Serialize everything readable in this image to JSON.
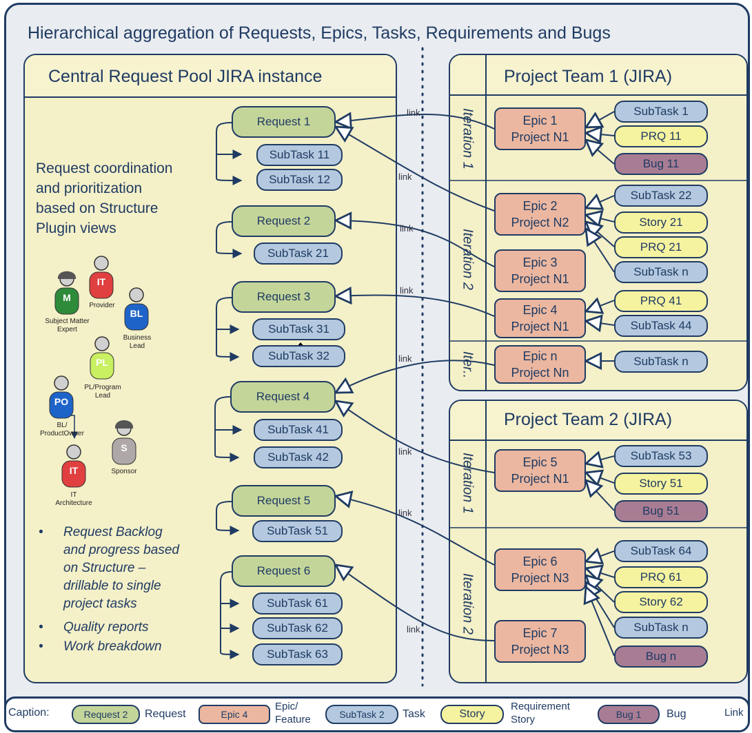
{
  "title": "Hierarchical aggregation of Requests, Epics, Tasks, Requirements and Bugs",
  "central": {
    "title": "Central Request Pool JIRA instance",
    "intro": [
      "Request coordination",
      "and prioritization",
      "based on Structure",
      "Plugin views"
    ],
    "requests": [
      "Request 1",
      "Request 2",
      "Request 3",
      "Request 4",
      "Request 5",
      "Request 6"
    ],
    "subtasks": [
      "SubTask 11",
      "SubTask 12",
      "SubTask 21",
      "SubTask 31",
      "SubTask 32",
      "SubTask 41",
      "SubTask 42",
      "SubTask 51",
      "SubTask 61",
      "SubTask 62",
      "SubTask 63"
    ],
    "bullets": [
      [
        "Request Backlog",
        "and progress based",
        "on Structure –",
        "drillable to single",
        "project tasks"
      ],
      [
        "Quality reports"
      ],
      [
        "Work breakdown"
      ]
    ]
  },
  "roles": {
    "m": {
      "letter": "M",
      "label": [
        "Subject Matter",
        "Expert"
      ]
    },
    "it1": {
      "letter": "IT",
      "label": [
        "Provider"
      ]
    },
    "bl": {
      "letter": "BL",
      "label": [
        "Business",
        "Lead"
      ]
    },
    "pl": {
      "letter": "PL",
      "label": [
        "PL/Program",
        "Lead"
      ]
    },
    "po": {
      "letter": "PO",
      "label": [
        "BL/",
        "ProductOwner"
      ]
    },
    "s": {
      "letter": "S",
      "label": [
        "Sponsor"
      ]
    },
    "it2": {
      "letter": "IT",
      "label": [
        "IT",
        "Architecture"
      ]
    }
  },
  "team1": {
    "title": "Project Team 1 (JIRA)",
    "iterations": [
      "Iteration 1",
      "Iteration 2",
      "Iter.."
    ],
    "epics": [
      [
        "Epic 1",
        "Project N1"
      ],
      [
        "Epic 2",
        "Project N2"
      ],
      [
        "Epic 3",
        "Project N1"
      ],
      [
        "Epic 4",
        "Project N1"
      ],
      [
        "Epic n",
        "Project Nn"
      ]
    ],
    "items": [
      "SubTask 1",
      "PRQ 11",
      "Bug 11",
      "SubTask 22",
      "Story 21",
      "PRQ 21",
      "SubTask n",
      "PRQ 41",
      "SubTask 44",
      "SubTask n"
    ]
  },
  "team2": {
    "title": "Project Team 2 (JIRA)",
    "iterations": [
      "Iteration 1",
      "Iteration 2"
    ],
    "epics": [
      [
        "Epic 5",
        "Project N1"
      ],
      [
        "Epic 6",
        "Project N3"
      ],
      [
        "Epic 7",
        "Project N3"
      ]
    ],
    "items": [
      "SubTask 53",
      "Story 51",
      "Bug 51",
      "SubTask 64",
      "PRQ 61",
      "Story 62",
      "SubTask n",
      "Bug n"
    ]
  },
  "link_label": "link",
  "caption": {
    "prefix": "Caption:",
    "request_sample": "Request 2",
    "request": "Request",
    "epic_sample": "Epic 4",
    "epic": [
      "Epic/",
      "Feature"
    ],
    "task_sample": "SubTask 2",
    "task": "Task",
    "story_sample": "Story",
    "story": [
      "Requirement",
      "Story"
    ],
    "bug_sample": "Bug 1",
    "bug": "Bug",
    "link": "Link"
  },
  "colors": {
    "request": "#c4d59a",
    "subtask": "#b4c9df",
    "epic": "#ebb7a0",
    "story": "#f6f3a0",
    "bug": "#a87d94",
    "line": "#1f3b63"
  }
}
